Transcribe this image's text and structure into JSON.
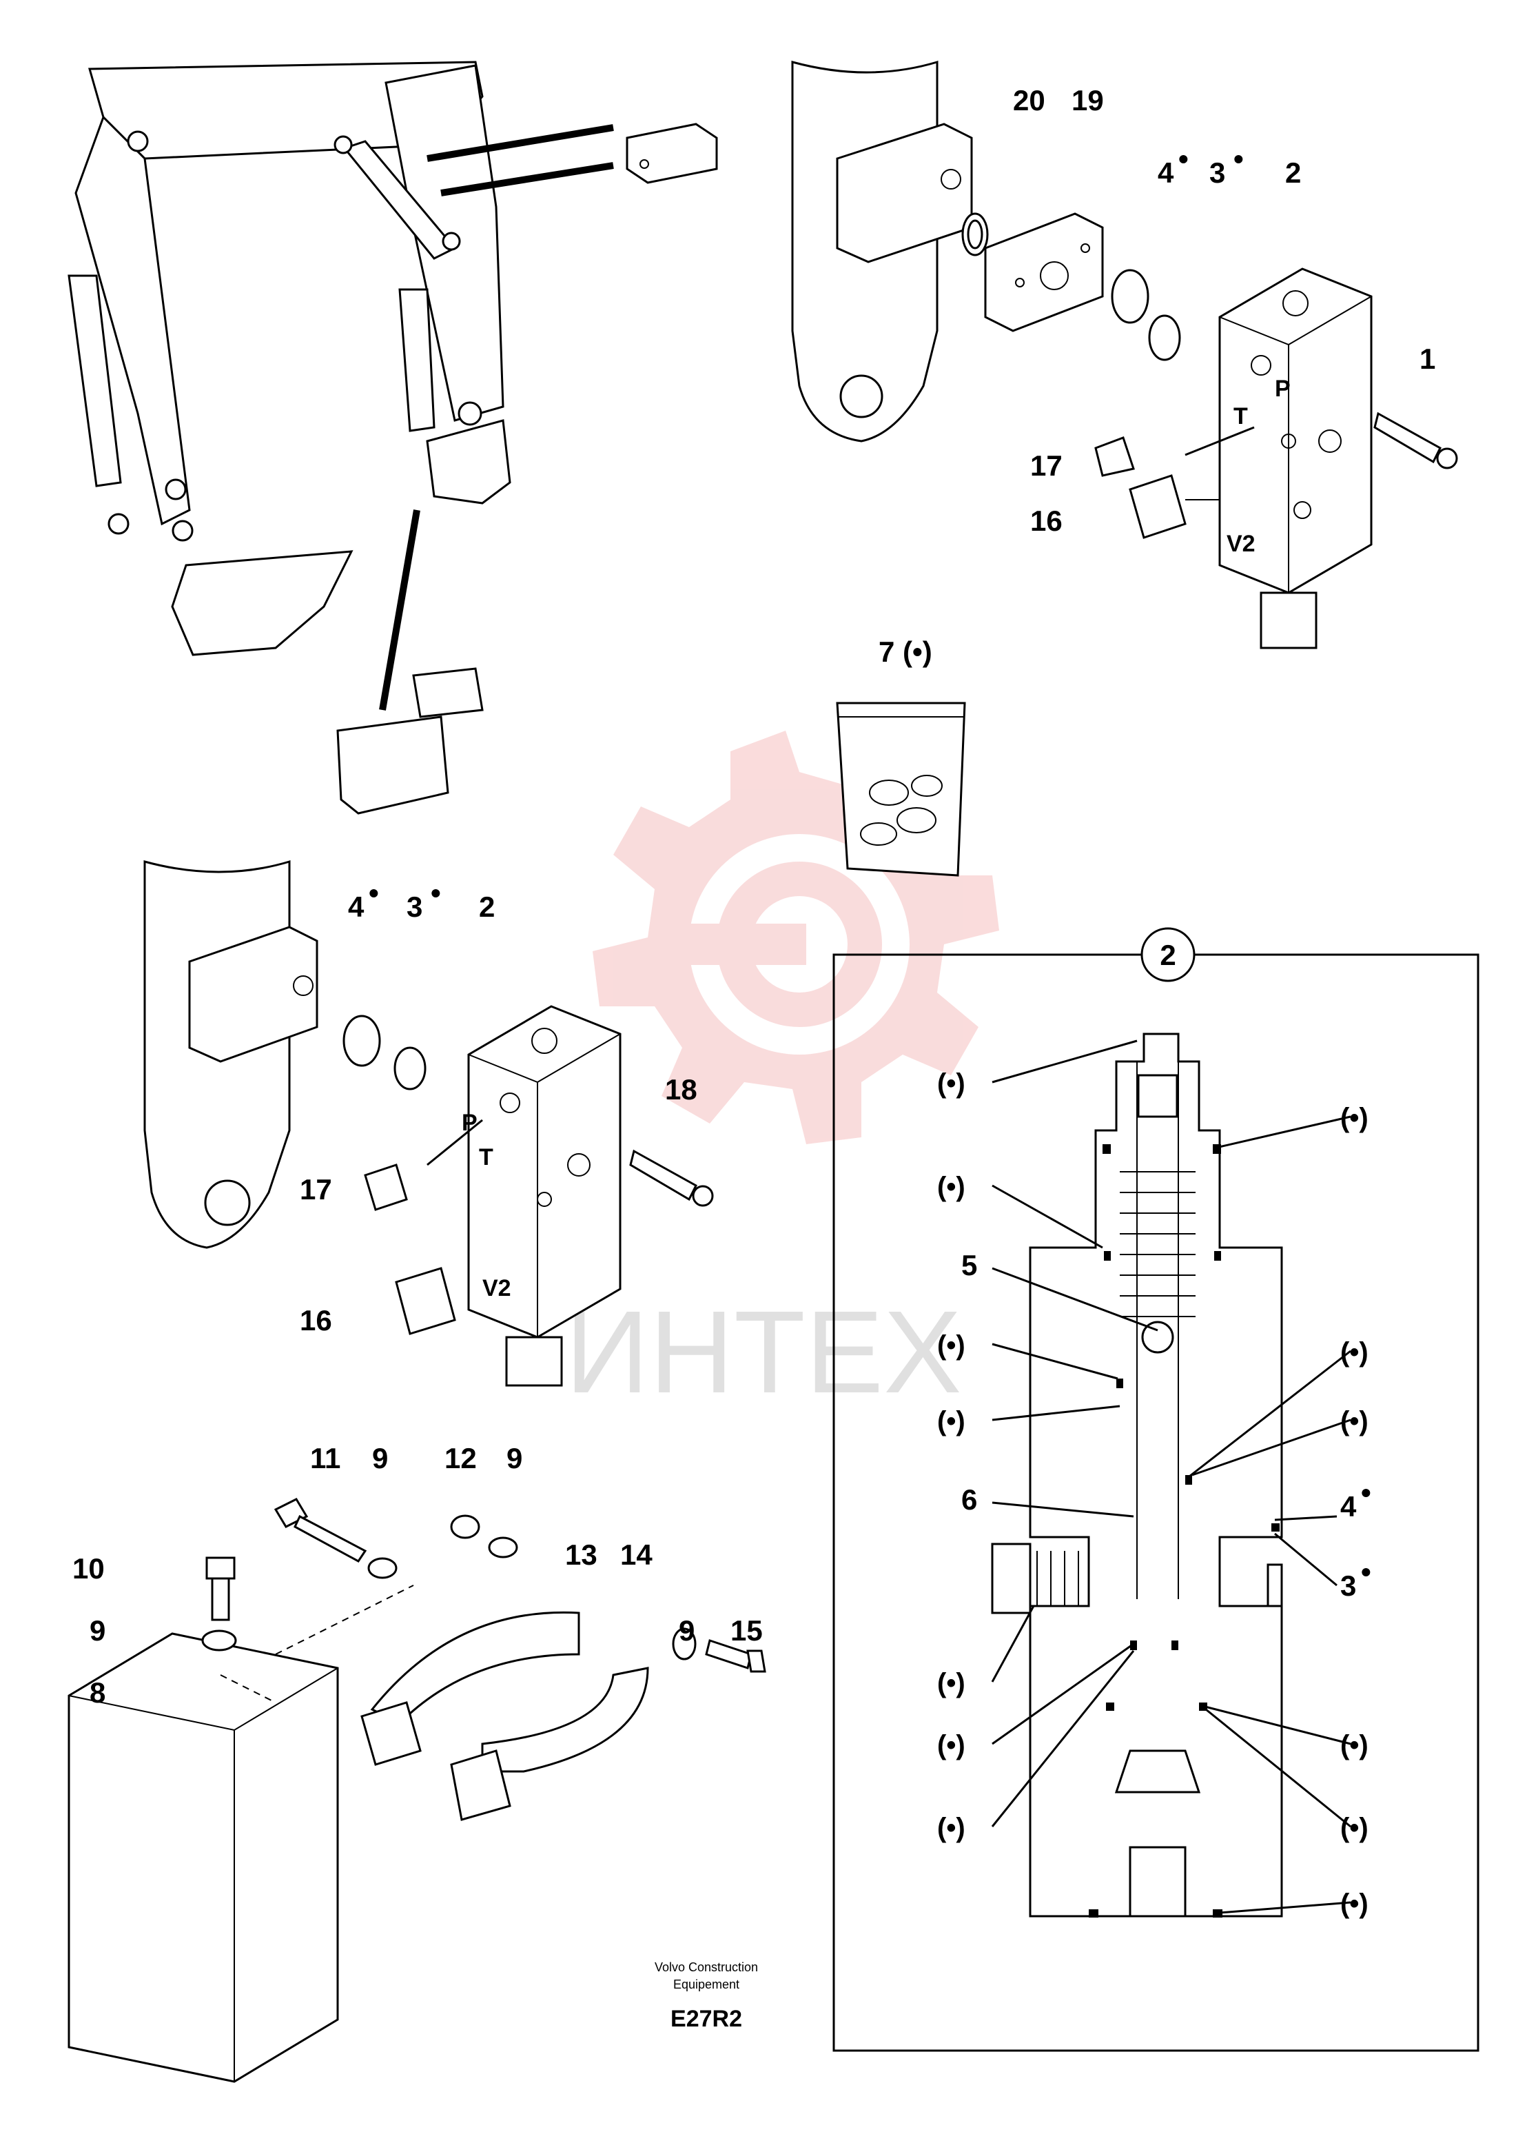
{
  "diagram": {
    "callouts": {
      "c20": "20",
      "c19": "19",
      "c4a": "4",
      "c3a": "3",
      "c2a": "2",
      "c1": "1",
      "c17a": "17",
      "c16a": "16",
      "c7": "7 (•)",
      "c4b": "4",
      "c3b": "3",
      "c2b": "2",
      "c18": "18",
      "c17b": "17",
      "c16b": "16",
      "c11": "11",
      "c9a": "9",
      "c12": "12",
      "c9b": "9",
      "c13": "13",
      "c14": "14",
      "c10": "10",
      "c9c": "9",
      "c8": "8",
      "c9d": "9",
      "c15": "15",
      "c5": "5",
      "c6": "6",
      "c4c": "4",
      "c3c": "3",
      "detail_id": "2"
    },
    "bullet": "•",
    "seal_mark": "(•)",
    "ports": {
      "p": "P",
      "t": "T",
      "v2": "V2"
    },
    "credit_line1": "Volvo Construction",
    "credit_line2": "Equipement",
    "drawing_code": "E27R2",
    "watermark_text": "ИНТЕХ"
  },
  "colors": {
    "line": "#000000",
    "watermark_red": "#f5c0c0",
    "watermark_grey": "#c8c8c8"
  }
}
